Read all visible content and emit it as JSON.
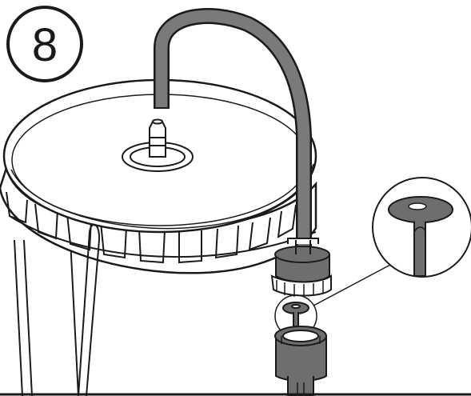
{
  "step": {
    "number": "8"
  },
  "colors": {
    "outline": "#1a1a1a",
    "tube": "#7a7a7a",
    "lid_fill": "#ffffff",
    "valve_dark": "#6e6e6e",
    "background": "#ffffff"
  },
  "icons": {
    "step_badge": "circled-number",
    "detail_callout": "magnifier-circle"
  }
}
